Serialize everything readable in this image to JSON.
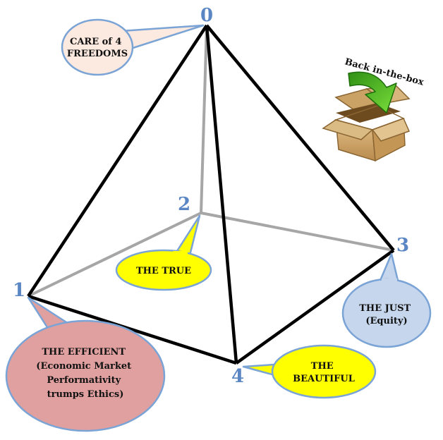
{
  "vertices": {
    "apex": "0",
    "v1": "1",
    "v2": "2",
    "v3": "3",
    "v4": "4"
  },
  "bubbles": {
    "care": [
      "CARE of 4",
      "FREEDOMS"
    ],
    "true": [
      "THE TRUE"
    ],
    "just": [
      "THE JUST",
      "(Equity)"
    ],
    "efficient": [
      "THE EFFICIENT",
      "(Economic Market",
      "Performativity",
      "trumps Ethics)"
    ],
    "beautiful": [
      "THE",
      "BEAUTIFUL"
    ]
  },
  "box_caption": "Back in-the-box",
  "colors": {
    "care_fill": "#fce9df",
    "true_fill": "#ffff00",
    "just_fill": "#c6d6ec",
    "efficient_fill": "#e0a0a0",
    "beautiful_fill": "#ffff00",
    "bubble_stroke": "#7aa3d6",
    "edge_front": "#000000",
    "edge_back": "#a6a6a6",
    "vertex_label": "#5b86c4",
    "arrow_green": "#3fb91e"
  }
}
